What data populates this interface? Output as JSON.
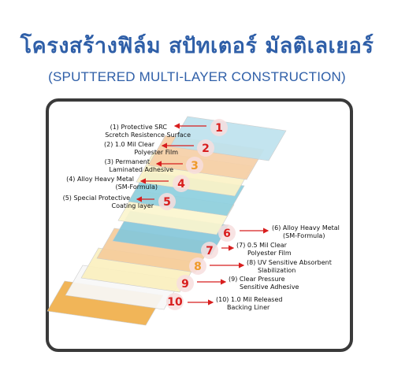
{
  "title_thai": "โครงสร้างฟิล์ม สปัทเตอร์ มัลติเลเยอร์",
  "title_english": "(SPUTTERED MULTI-LAYER CONSTRUCTION)",
  "colors": {
    "title": "#2f5fa8",
    "arrow": "#d81e1e",
    "panel_border": "#3a3a3a"
  },
  "layers": [
    {
      "number": "1",
      "line1": "(1) Protective SRC",
      "line2": "Scretch Resistence Surface",
      "side": "left",
      "fill": "#bfe3ee",
      "number_color": "#d81e1e"
    },
    {
      "number": "2",
      "line1": "(2) 1.0 Mil Clear",
      "line2": "Polyester Film",
      "side": "left",
      "fill": "#f6d0a8",
      "number_color": "#d81e1e"
    },
    {
      "number": "3",
      "line1": "(3) Permanent",
      "line2": "Laminated Adhesive",
      "side": "left",
      "fill": "#fbf3c8",
      "number_color": "#ef9a2a"
    },
    {
      "number": "4",
      "line1": "(4) Alloy Heavy Metal",
      "line2": "(SM-Formula)",
      "side": "left",
      "fill": "#8fd0df",
      "number_color": "#d81e1e"
    },
    {
      "number": "5",
      "line1": "(5) Special Protective",
      "line2": "Coating layer",
      "side": "left",
      "fill": "#fbf6cf",
      "number_color": "#d81e1e"
    },
    {
      "number": "6",
      "line1": "(6) Alloy Heavy Metal",
      "line2": "(SM-Formula)",
      "side": "right",
      "fill": "#86c8db",
      "number_color": "#d81e1e"
    },
    {
      "number": "7",
      "line1": "(7) 0.5 Mil Clear",
      "line2": "Polyester Film",
      "side": "right",
      "fill": "#f6cd9c",
      "number_color": "#d81e1e"
    },
    {
      "number": "8",
      "line1": "(8) UV Sensitive Absorbent",
      "line2": "Slabilization",
      "side": "right",
      "fill": "#fbf0c0",
      "number_color": "#ef9a2a"
    },
    {
      "number": "9",
      "line1": "(9) Clear Pressure",
      "line2": "Sensitive Adhesive",
      "side": "right",
      "fill": "#f8f8f8",
      "number_color": "#d81e1e"
    },
    {
      "number": "10",
      "line1": "(10) 1.0 Mil Released",
      "line2": "Backing Liner",
      "side": "right",
      "fill": "#f0b04c",
      "number_color": "#d81e1e"
    }
  ]
}
